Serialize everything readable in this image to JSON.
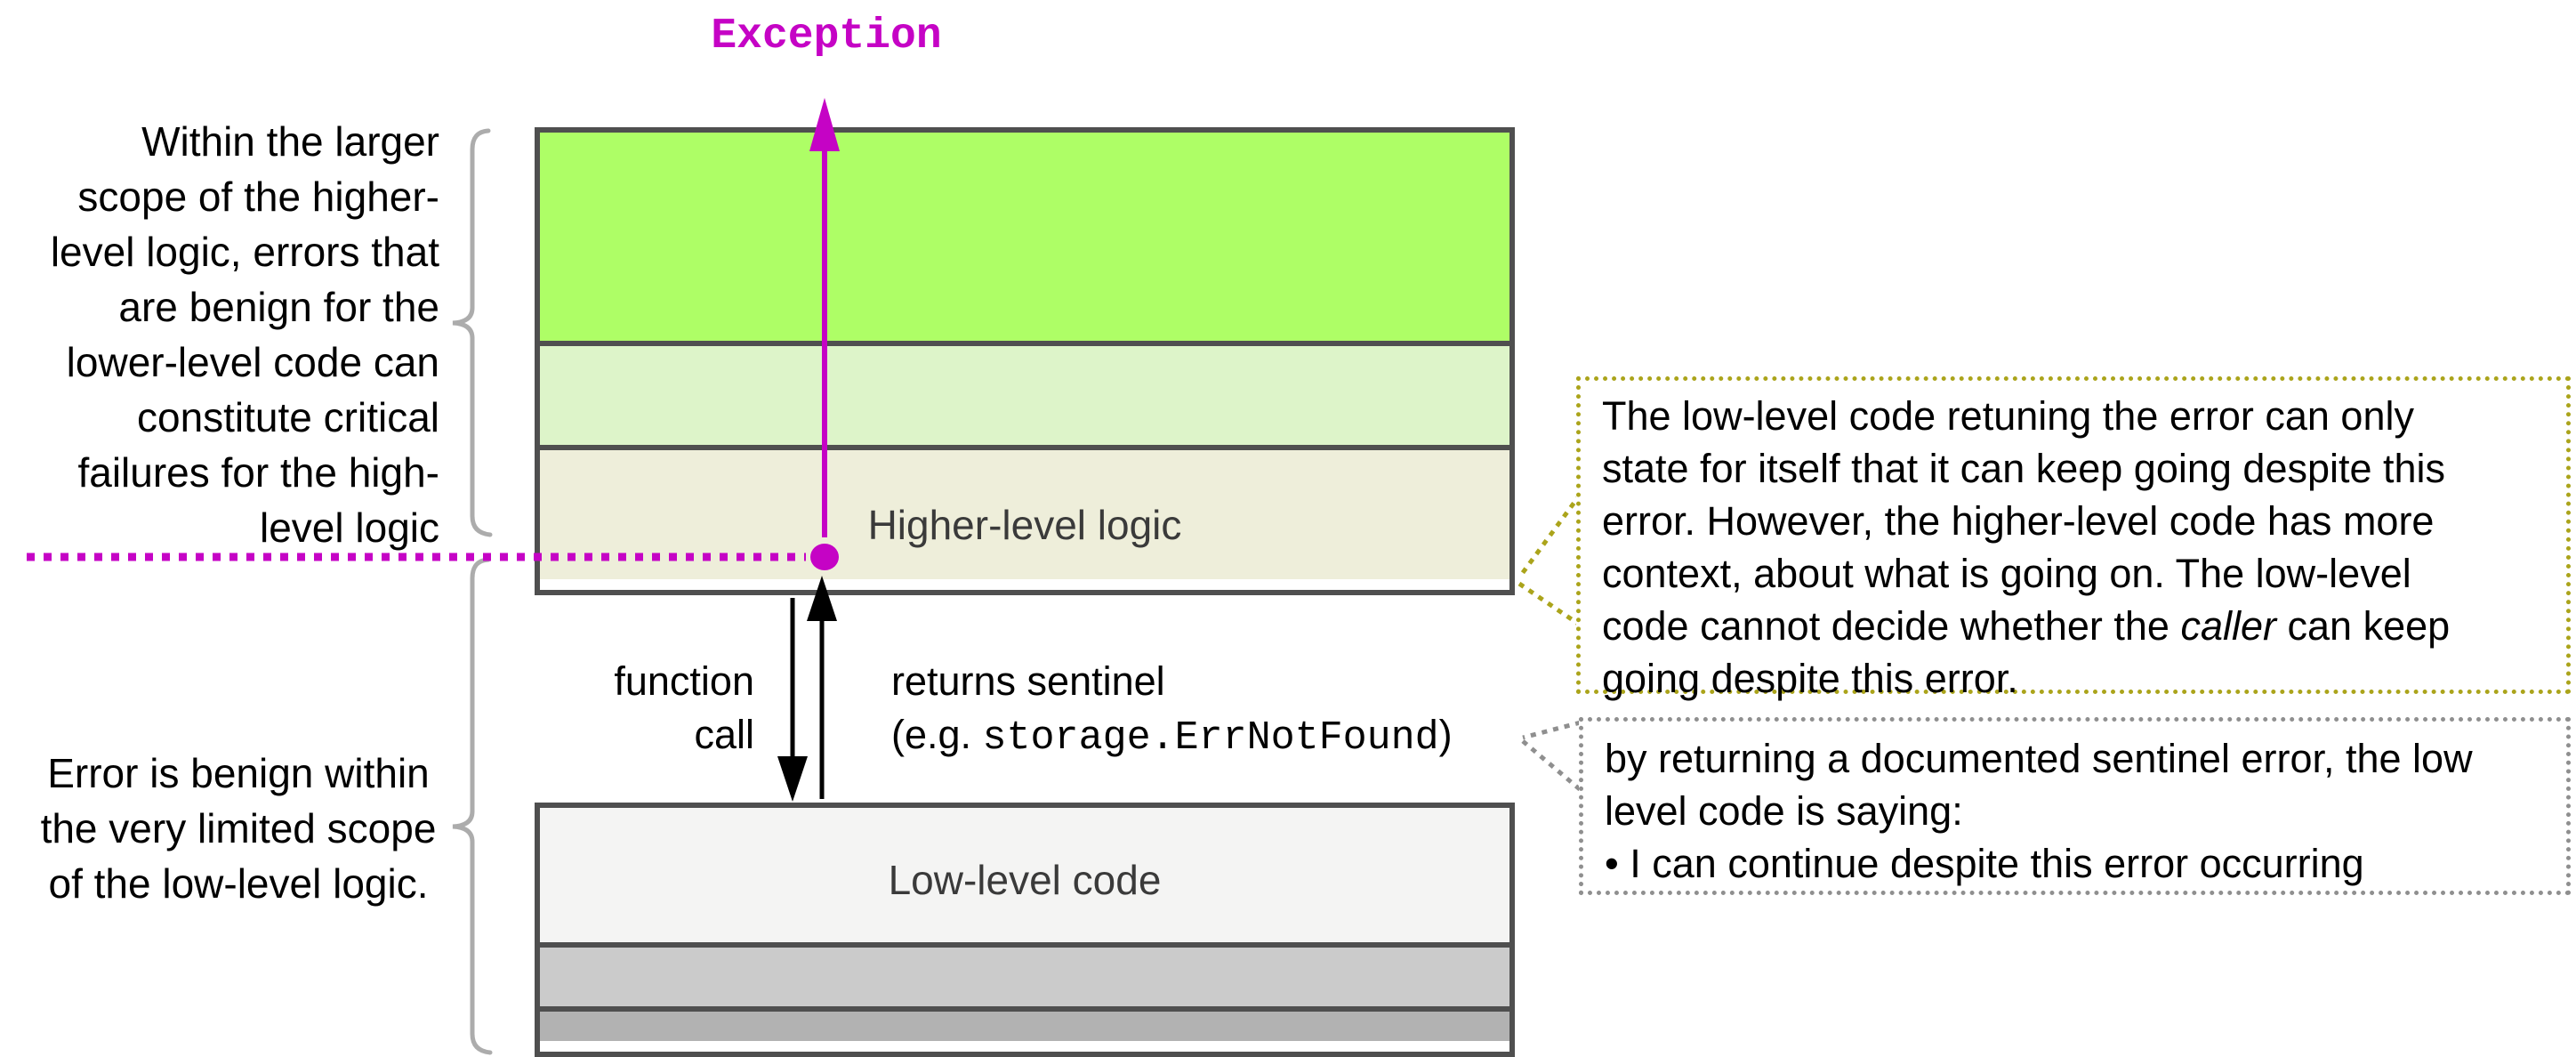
{
  "exception_label": "Exception",
  "left_annotations": {
    "top": "Within the larger\nscope of the higher-\nlevel logic, errors that\nare benign for the\nlower-level code can\nconstitute critical\nfailures for the high-\nlevel logic",
    "bottom": "Error is benign within\nthe very limited scope\nof the low-level logic."
  },
  "stack": {
    "higher_label": "Higher-level logic",
    "lower_label": "Low-level code"
  },
  "arrows": {
    "function_call": "function\ncall",
    "returns_sentinel_line1": "returns sentinel",
    "returns_sentinel_prefix": "(e.g. ",
    "returns_sentinel_code": "storage.ErrNotFound",
    "returns_sentinel_suffix": ")"
  },
  "callouts": {
    "higher": {
      "text_before": "The low-level code retuning the error can only\nstate for itself that it can keep going despite this\nerror. However, the higher-level code has more\ncontext, about what is going on. The low-level\ncode cannot decide whether the ",
      "text_italic": "caller",
      "text_after": " can keep\ngoing despite this error."
    },
    "lower": {
      "text": "by returning a documented sentinel error, the low\nlevel code is saying:\n• I can continue despite this error occurring"
    }
  },
  "colors": {
    "magenta": "#C503C5",
    "olive_dotted": "#ABA41B",
    "gray_dotted": "#8F8F8F",
    "green_bright": "#AEFE66",
    "green_light": "#DDF4C9",
    "beige": "#EEEEDA",
    "lowbox_light": "#F4F4F3",
    "lowbox_mid": "#CBCBCB",
    "lowbox_dark": "#B2B2B2",
    "box_border": "#4F4F4F",
    "brace_gray": "#ACACAC",
    "label_text": "#3A3A3A"
  }
}
